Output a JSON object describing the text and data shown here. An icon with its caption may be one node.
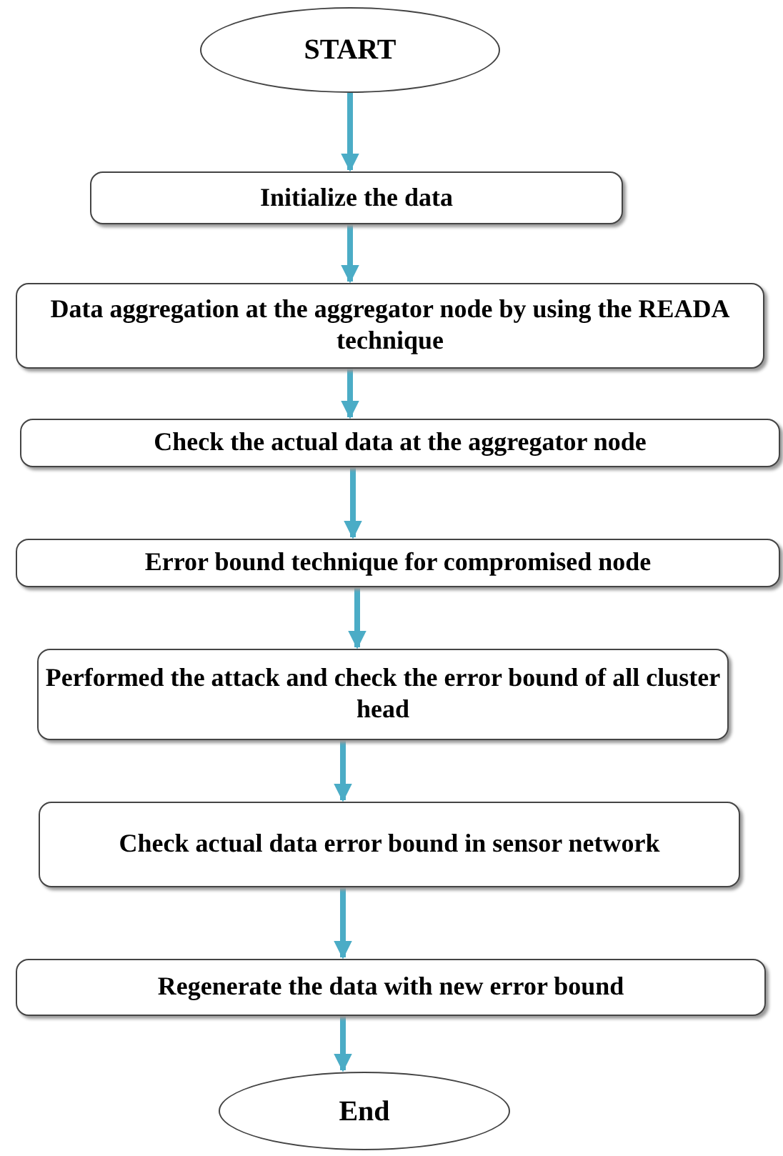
{
  "diagram": {
    "nodes": [
      {
        "text": [
          "START"
        ]
      },
      {
        "text": [
          "Initialize the data"
        ]
      },
      {
        "text": [
          "Data aggregation at the aggregator node by using the READA technique"
        ]
      },
      {
        "text": [
          "Check the actual data at the aggregator node"
        ]
      },
      {
        "text": [
          "Error bound technique for compromised node"
        ]
      },
      {
        "text": [
          "Performed the attack and check the error bound of all cluster head"
        ]
      },
      {
        "text": [
          "Check actual data error bound in sensor network"
        ]
      },
      {
        "text": [
          "Regenerate the data with new error bound"
        ]
      },
      {
        "text": [
          "End"
        ]
      }
    ],
    "edges": [
      {
        "from": 0,
        "to": 1,
        "arrow": "to"
      },
      {
        "from": 1,
        "to": 2,
        "arrow": "to"
      },
      {
        "from": 2,
        "to": 3,
        "arrow": "to"
      },
      {
        "from": 3,
        "to": 4,
        "arrow": "to"
      },
      {
        "from": 4,
        "to": 5,
        "arrow": "to"
      },
      {
        "from": 5,
        "to": 6,
        "arrow": "to"
      },
      {
        "from": 6,
        "to": 7,
        "arrow": "to"
      },
      {
        "from": 7,
        "to": 8,
        "arrow": "to"
      }
    ]
  }
}
